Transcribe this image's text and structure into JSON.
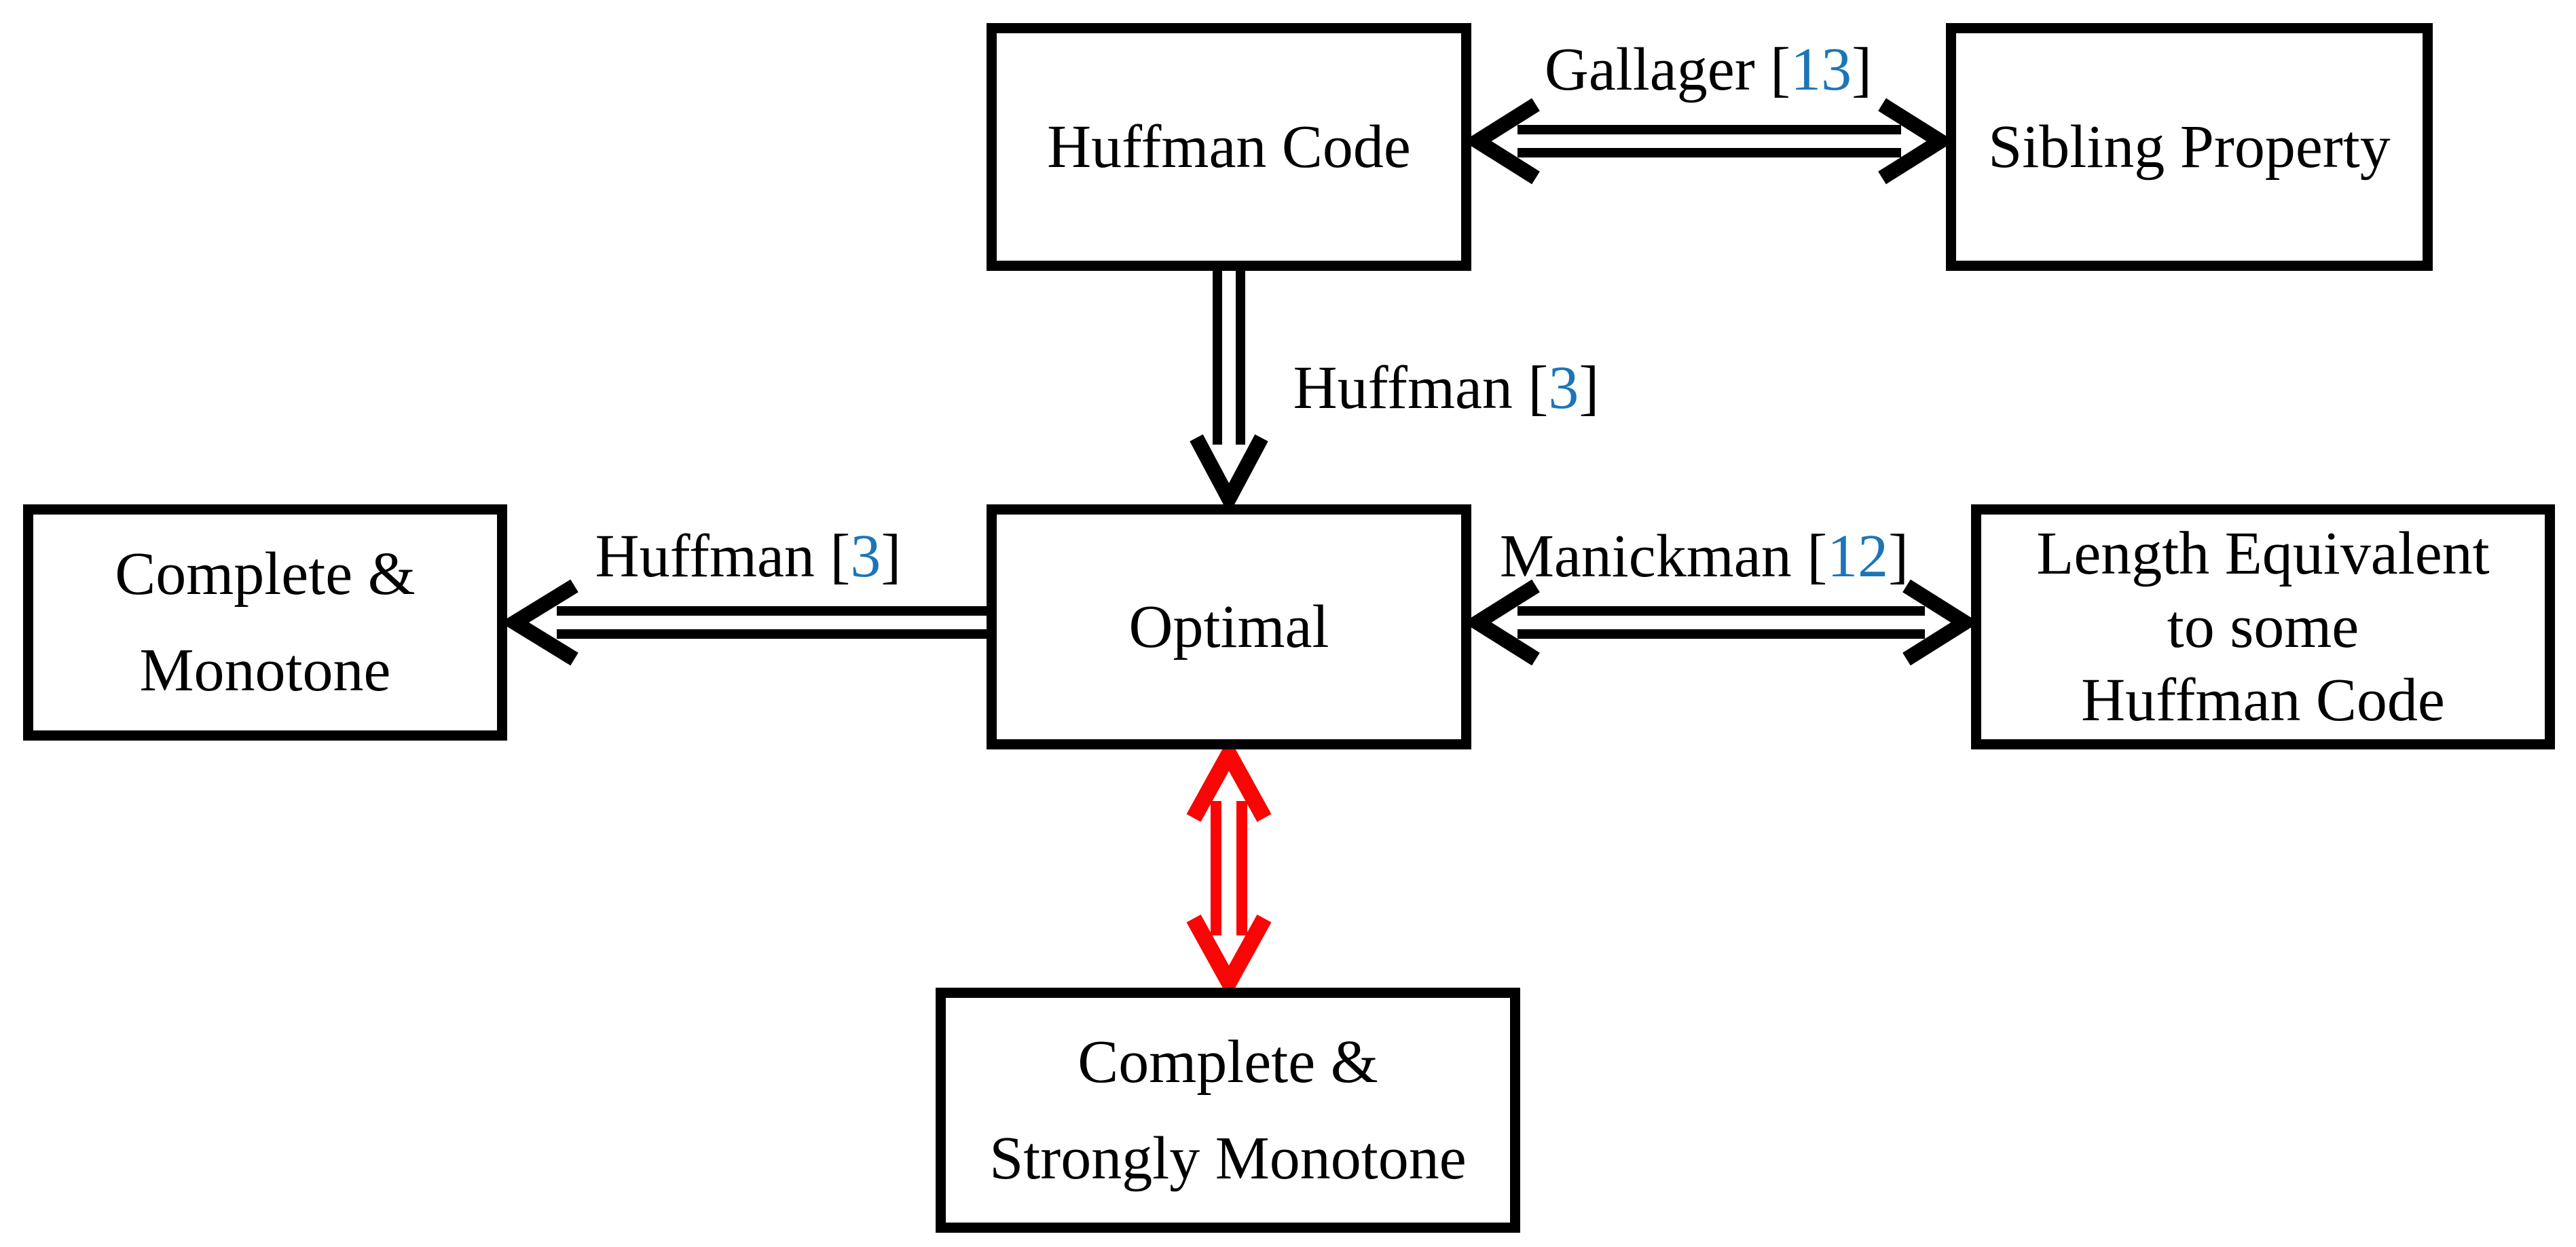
{
  "figure": {
    "description": "Diagram of Huffman code characterizations: relations between Huffman Code, Sibling Property, Optimal, Complete & Monotone, Length Equivalent to some Huffman Code, and Complete & Strongly Monotone",
    "background": "#FFFFFF"
  },
  "colors": {
    "line": "#000000",
    "text": "#000000",
    "citation": "#1C75B8",
    "highlight": "#F90505"
  },
  "nodes": [
    {
      "id": "huffman-code",
      "lines": [
        "Huffman Code"
      ]
    },
    {
      "id": "sibling-property",
      "lines": [
        "Sibling Property"
      ]
    },
    {
      "id": "optimal",
      "lines": [
        "Optimal"
      ]
    },
    {
      "id": "complete-monotone",
      "lines": [
        "Complete &",
        "Monotone"
      ]
    },
    {
      "id": "length-equivalent",
      "lines": [
        "Length Equivalent",
        "to some",
        "Huffman Code"
      ]
    },
    {
      "id": "complete-strongly-monotone",
      "lines": [
        "Complete &",
        "Strongly Monotone"
      ]
    }
  ],
  "edges": [
    {
      "id": "gallager",
      "from": "huffman-code",
      "to": "sibling-property",
      "direction": "both",
      "color": "#000000",
      "label_prefix": "Gallager [",
      "label_cite": "13",
      "label_suffix": "]"
    },
    {
      "id": "huffman-down",
      "from": "huffman-code",
      "to": "optimal",
      "direction": "to",
      "color": "#000000",
      "label_prefix": "Huffman [",
      "label_cite": "3",
      "label_suffix": "]"
    },
    {
      "id": "huffman-left",
      "from": "optimal",
      "to": "complete-monotone",
      "direction": "to",
      "color": "#000000",
      "label_prefix": "Huffman [",
      "label_cite": "3",
      "label_suffix": "]"
    },
    {
      "id": "manickman",
      "from": "optimal",
      "to": "length-equivalent",
      "direction": "both",
      "color": "#000000",
      "label_prefix": "Manickman [",
      "label_cite": "12",
      "label_suffix": "]"
    },
    {
      "id": "strongly-monotone-equivalence",
      "from": "optimal",
      "to": "complete-strongly-monotone",
      "direction": "both",
      "color": "#F90505"
    }
  ]
}
